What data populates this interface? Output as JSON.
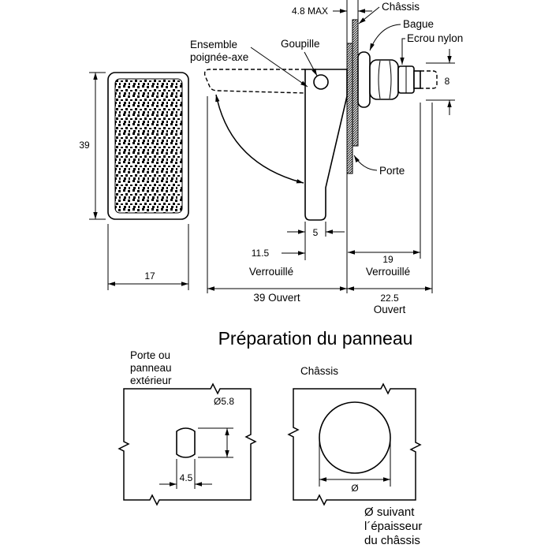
{
  "title": "Préparation du panneau",
  "front_view": {
    "dim_height": "39",
    "dim_width": "17"
  },
  "side_view": {
    "dim_thickness": "4.8 MAX",
    "label_chassis": "Châssis",
    "label_bague": "Bague",
    "label_ecrou": "Ecrou nylon",
    "label_ensemble": [
      "Ensemble",
      "poignée-axe"
    ],
    "label_goupille": "Goupille",
    "dim_8": "8",
    "label_porte": "Porte",
    "dim_5": "5",
    "dim_11_5": "11.5",
    "dim_19": "19",
    "verrouille_left": "Verrouillé",
    "verrouille_right": "Verrouillé",
    "dim_39_ouvert": "39 Ouvert",
    "dim_22_5": "22.5",
    "ouvert": "Ouvert"
  },
  "panel_prep": {
    "porte_label": [
      "Porte ou",
      "panneau",
      "extérieur"
    ],
    "dim_hole": "Ø5.8",
    "dim_flat": "4.5",
    "chassis_label": "Châssis",
    "dim_diam": "Ø",
    "note": [
      "Ø suivant",
      "l´épaisseur",
      "du châssis"
    ]
  }
}
